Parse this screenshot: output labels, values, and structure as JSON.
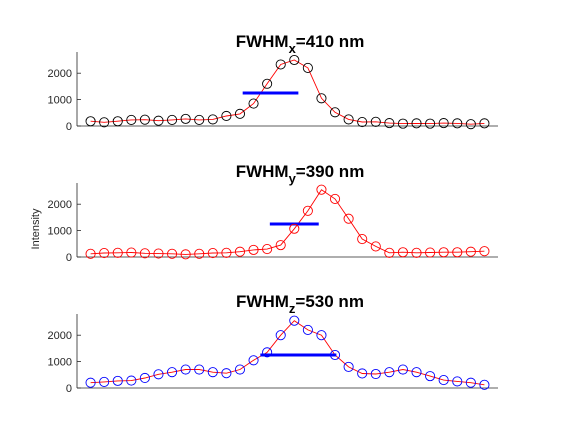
{
  "figure": {
    "ylabel": "Intensity"
  },
  "chart_data": [
    {
      "type": "line",
      "title_main": "FWHM",
      "title_sub": "x",
      "title_rest": "=410 nm",
      "ylim": [
        0,
        2500
      ],
      "yticks": [
        0,
        1000,
        2000
      ],
      "xlim": [
        0,
        31
      ],
      "grid": false,
      "colors": {
        "line": "#ff0000",
        "marker": "#000000",
        "fwhm": "#0000ff"
      },
      "fwhm": {
        "x0": 12.2,
        "x1": 16.3,
        "y": 1250
      },
      "x": [
        1,
        2,
        3,
        4,
        5,
        6,
        7,
        8,
        9,
        10,
        11,
        12,
        13,
        14,
        15,
        16,
        17,
        18,
        19,
        20,
        21,
        22,
        23,
        24,
        25,
        26,
        27,
        28,
        29,
        30
      ],
      "values": [
        180,
        140,
        180,
        230,
        240,
        200,
        230,
        270,
        230,
        250,
        380,
        460,
        850,
        1600,
        2330,
        2500,
        2200,
        1050,
        520,
        250,
        150,
        160,
        110,
        90,
        100,
        90,
        110,
        100,
        70,
        100
      ]
    },
    {
      "type": "line",
      "title_main": "FWHM",
      "title_sub": "y",
      "title_rest": "=390 nm",
      "ylim": [
        0,
        2500
      ],
      "yticks": [
        0,
        1000,
        2000
      ],
      "xlim": [
        0,
        31
      ],
      "grid": false,
      "colors": {
        "line": "#ff0000",
        "marker": "#ff0000",
        "fwhm": "#0000ff"
      },
      "fwhm": {
        "x0": 14.2,
        "x1": 17.8,
        "y": 1250
      },
      "x": [
        1,
        2,
        3,
        4,
        5,
        6,
        7,
        8,
        9,
        10,
        11,
        12,
        13,
        14,
        15,
        16,
        17,
        18,
        19,
        20,
        21,
        22,
        23,
        24,
        25,
        26,
        27,
        28,
        29,
        30
      ],
      "values": [
        120,
        150,
        160,
        170,
        140,
        130,
        120,
        100,
        120,
        150,
        160,
        200,
        270,
        300,
        450,
        1070,
        1750,
        2550,
        2200,
        1450,
        680,
        400,
        160,
        180,
        160,
        170,
        180,
        180,
        200,
        220
      ]
    },
    {
      "type": "line",
      "title_main": "FWHM",
      "title_sub": "z",
      "title_rest": "=530 nm",
      "ylim": [
        0,
        2500
      ],
      "yticks": [
        0,
        1000,
        2000
      ],
      "xlim": [
        0,
        31
      ],
      "grid": false,
      "colors": {
        "line": "#ff0000",
        "marker": "#0000ff",
        "fwhm": "#0000ff"
      },
      "fwhm": {
        "x0": 13.5,
        "x1": 19.1,
        "y": 1250
      },
      "x": [
        1,
        2,
        3,
        4,
        5,
        6,
        7,
        8,
        9,
        10,
        11,
        12,
        13,
        14,
        15,
        16,
        17,
        18,
        19,
        20,
        21,
        22,
        23,
        24,
        25,
        26,
        27,
        28,
        29,
        30
      ],
      "values": [
        200,
        230,
        270,
        280,
        380,
        520,
        600,
        700,
        700,
        600,
        560,
        700,
        1050,
        1350,
        2000,
        2550,
        2200,
        2000,
        1250,
        800,
        550,
        530,
        600,
        700,
        600,
        450,
        300,
        250,
        200,
        120
      ]
    }
  ]
}
